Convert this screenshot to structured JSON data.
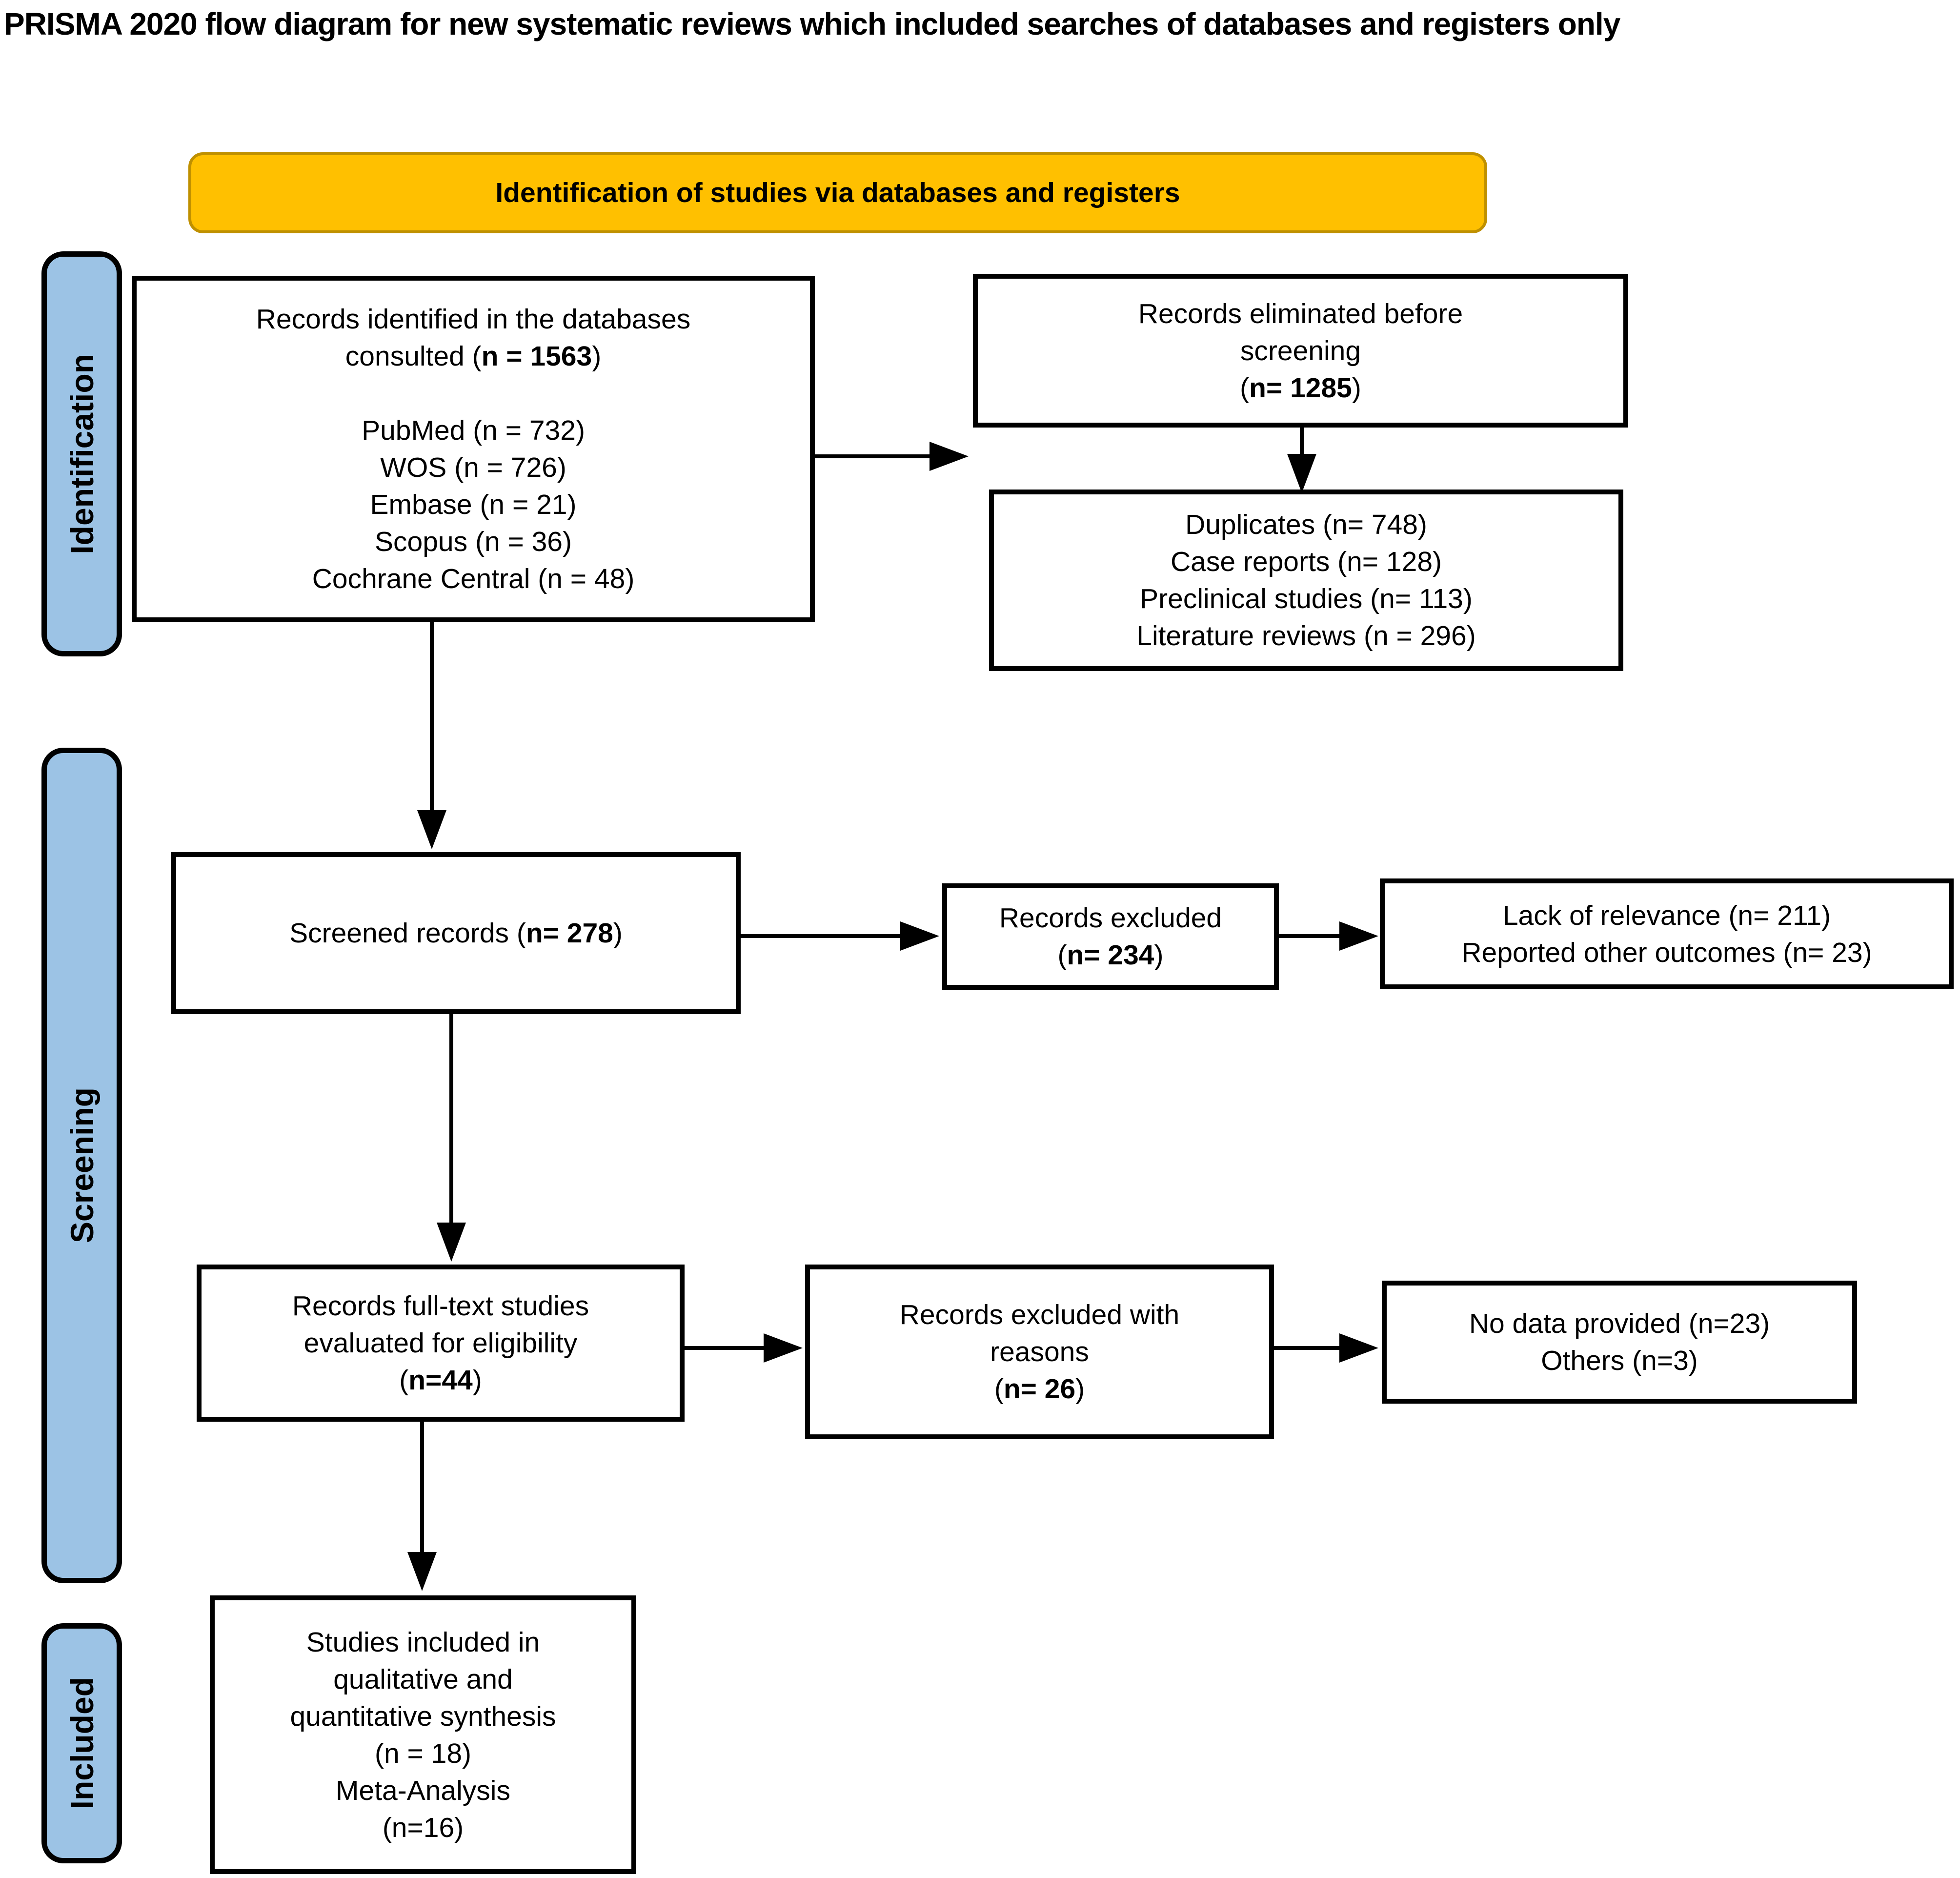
{
  "title": "PRISMA 2020 flow diagram for new systematic reviews which included searches of databases and registers only",
  "banner": {
    "label": "Identification of studies via databases and registers"
  },
  "stages": {
    "identification": "Identification",
    "screening": "Screening",
    "included": "Included"
  },
  "colors": {
    "stage_fill": "#9CC3E5",
    "banner_fill": "#FFC000",
    "banner_border": "#BF9000",
    "box_border": "#000000"
  },
  "boxes": {
    "identified": {
      "line1": "Records identified in the databases",
      "line2_pre": "consulted (",
      "line2_bold": "n = 1563",
      "line2_post": ")",
      "sources": [
        "PubMed (n = 732)",
        "WOS (n = 726)",
        "Embase (n = 21)",
        "Scopus (n = 36)",
        "Cochrane Central (n = 48)"
      ]
    },
    "eliminated": {
      "line1": "Records eliminated before",
      "line2": "screening",
      "line3_pre": "(",
      "line3_bold": "n= 1285",
      "line3_post": ")"
    },
    "elimination_reasons": {
      "lines": [
        "Duplicates (n= 748)",
        "Case reports (n= 128)",
        "Preclinical studies (n= 113)",
        "Literature reviews (n = 296)"
      ]
    },
    "screened": {
      "pre": "Screened records (",
      "bold": "n= 278",
      "post": ")"
    },
    "excluded": {
      "line1": "Records excluded",
      "line2_pre": "(",
      "line2_bold": "n= 234",
      "line2_post": ")"
    },
    "exclusion_reasons": {
      "lines": [
        "Lack of relevance (n= 211)",
        "Reported other outcomes (n= 23)"
      ]
    },
    "fulltext": {
      "line1": "Records full-text studies",
      "line2": "evaluated for eligibility",
      "line3_pre": "(",
      "line3_bold": "n=44",
      "line3_post": ")"
    },
    "excluded_with_reasons": {
      "line1": "Records excluded with",
      "line2": "reasons",
      "line3_pre": "(",
      "line3_bold": "n= 26",
      "line3_post": ")"
    },
    "fulltext_exclusion_reasons": {
      "lines": [
        "No data provided (n=23)",
        "Others (n=3)"
      ]
    },
    "included_studies": {
      "lines": [
        "Studies included in",
        "qualitative and",
        "quantitative synthesis",
        "(n = 18)",
        "Meta-Analysis",
        "(n=16)"
      ]
    }
  }
}
